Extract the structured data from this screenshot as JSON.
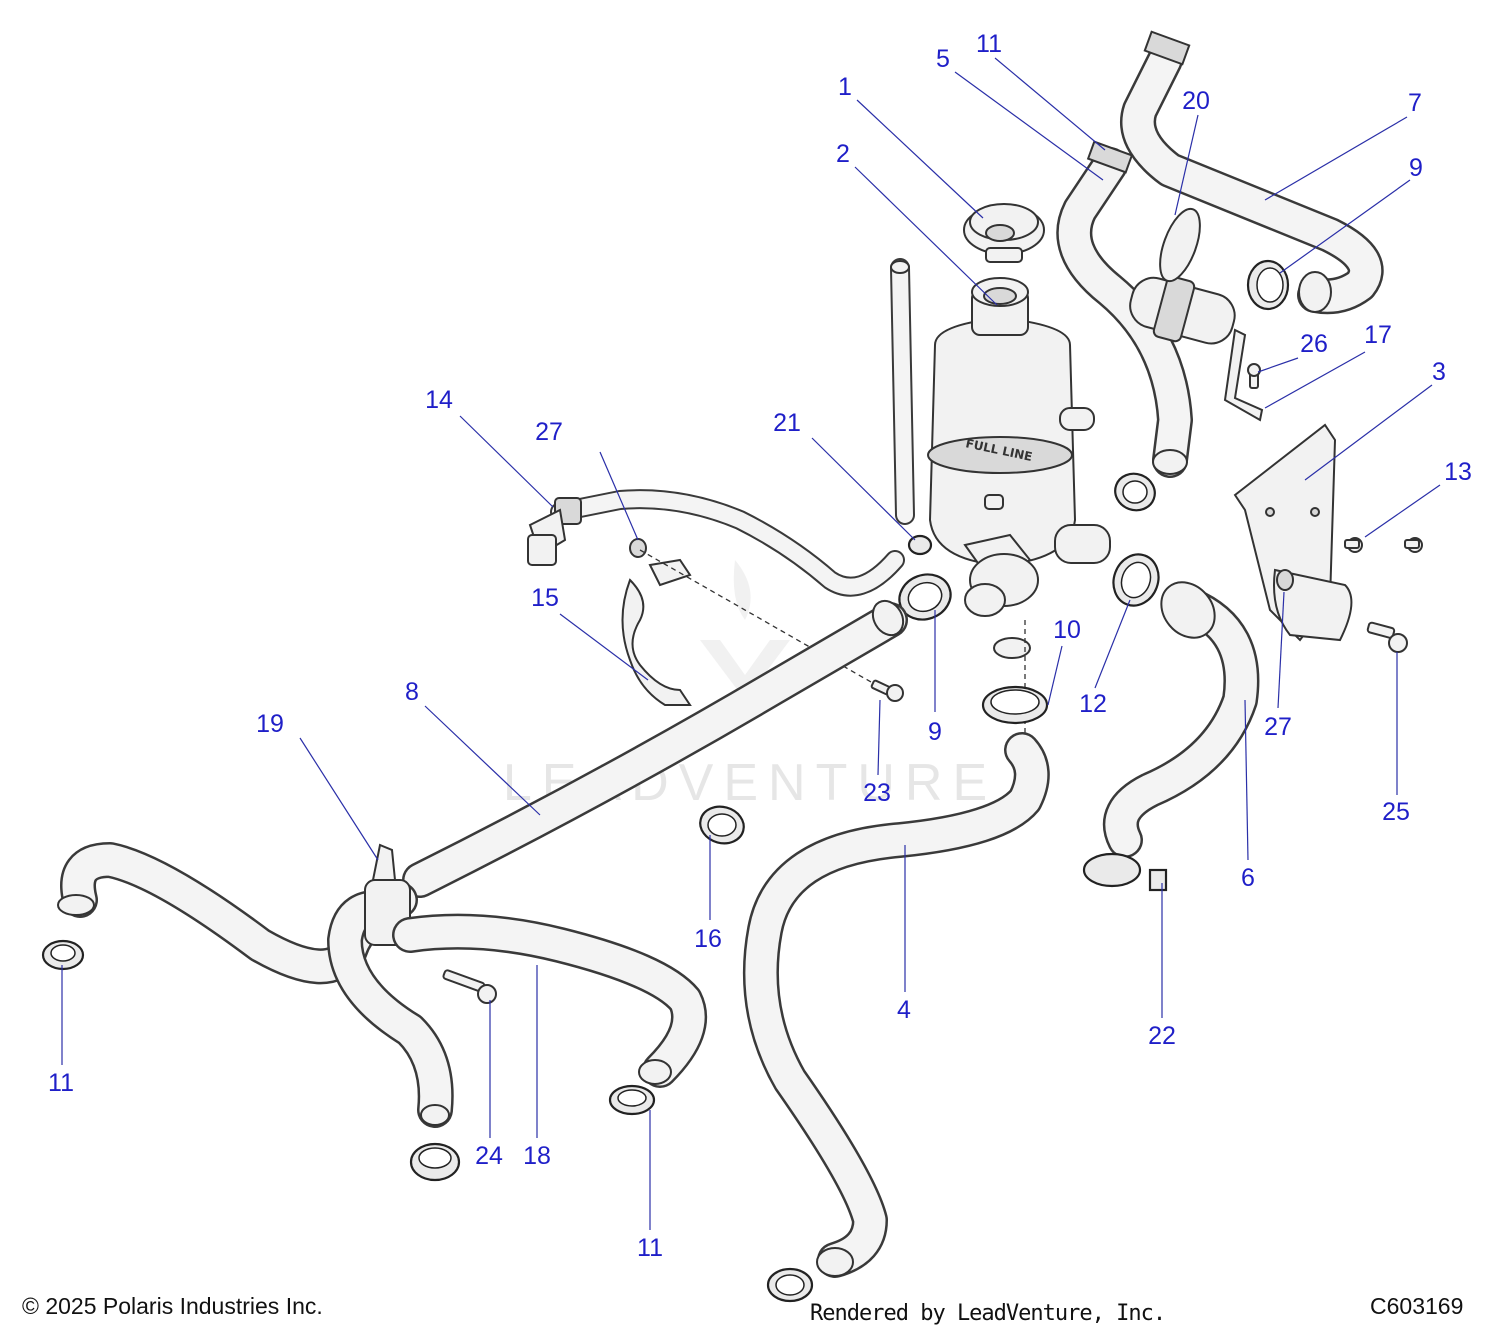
{
  "watermark": "LEADVENTURE",
  "reservoir_marking": "FULL LINE",
  "callouts": [
    {
      "id": "c1",
      "label": "1"
    },
    {
      "id": "c2",
      "label": "2"
    },
    {
      "id": "c3",
      "label": "3"
    },
    {
      "id": "c4",
      "label": "4"
    },
    {
      "id": "c5",
      "label": "5"
    },
    {
      "id": "c6",
      "label": "6"
    },
    {
      "id": "c7",
      "label": "7"
    },
    {
      "id": "c8",
      "label": "8"
    },
    {
      "id": "c9a",
      "label": "9"
    },
    {
      "id": "c9b",
      "label": "9"
    },
    {
      "id": "c10",
      "label": "10"
    },
    {
      "id": "c11a",
      "label": "11"
    },
    {
      "id": "c11b",
      "label": "11"
    },
    {
      "id": "c11c",
      "label": "11"
    },
    {
      "id": "c12",
      "label": "12"
    },
    {
      "id": "c13",
      "label": "13"
    },
    {
      "id": "c14",
      "label": "14"
    },
    {
      "id": "c15",
      "label": "15"
    },
    {
      "id": "c16",
      "label": "16"
    },
    {
      "id": "c17",
      "label": "17"
    },
    {
      "id": "c18",
      "label": "18"
    },
    {
      "id": "c19",
      "label": "19"
    },
    {
      "id": "c20",
      "label": "20"
    },
    {
      "id": "c21",
      "label": "21"
    },
    {
      "id": "c22",
      "label": "22"
    },
    {
      "id": "c23",
      "label": "23"
    },
    {
      "id": "c24",
      "label": "24"
    },
    {
      "id": "c25",
      "label": "25"
    },
    {
      "id": "c26",
      "label": "26"
    },
    {
      "id": "c27a",
      "label": "27"
    },
    {
      "id": "c27b",
      "label": "27"
    }
  ],
  "footer": {
    "copyright": "© 2025 Polaris Industries Inc.",
    "rendered_by": "Rendered by LeadVenture, Inc.",
    "drawing_id": "C603169"
  }
}
